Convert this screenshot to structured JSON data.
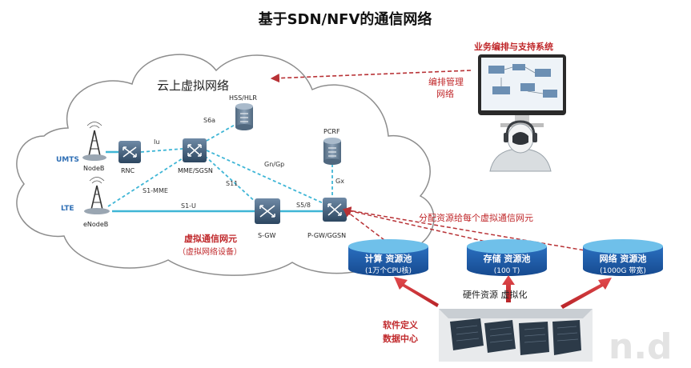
{
  "title": "基于SDN/NFV的通信网络",
  "cloud_label": "云上虚拟网络",
  "network": {
    "access": {
      "umts": "UMTS",
      "lte": "LTE"
    },
    "nodes": {
      "nodeb": "NodeB",
      "enodeb": "eNodeB",
      "rnc": "RNC",
      "mme": "MME/SGSN",
      "hss": "HSS/HLR",
      "pcrf": "PCRF",
      "sgw": "S-GW",
      "pgw": "P-GW/GGSN"
    },
    "interfaces": {
      "iu": "Iu",
      "s6a": "S6a",
      "gngp": "Gn/Gp",
      "s11": "S11",
      "s1mme": "S1-MME",
      "s1u": "S1-U",
      "s5s8": "S5/8",
      "gx": "Gx"
    }
  },
  "vnf": {
    "line1": "虚拟通信网元",
    "line2": "（虚拟网络设备）"
  },
  "oss": {
    "title": "业务编排与支持系统",
    "mgmt_line1": "编排管理",
    "mgmt_line2": "网络"
  },
  "allocation_label": "分配资源给每个虚拟通信网元",
  "pools": [
    {
      "name": "计算 资源池",
      "capacity": "(1万个CPU核)"
    },
    {
      "name": "存储 资源池",
      "capacity": "(100 T)"
    },
    {
      "name": "网络 资源池",
      "capacity": "(1000G 带宽)"
    }
  ],
  "virtualize_label": "硬件资源 虚拟化",
  "datacenter": {
    "line1": "软件定义",
    "line2": "数据中心"
  },
  "watermark": "n.d",
  "colors": {
    "accent_red": "#c0282b",
    "dashed_red": "#b83236",
    "link_blue": "#3fb6d6",
    "pool_blue": "#1d5aa8",
    "pool_top": "#6fc0ea"
  }
}
